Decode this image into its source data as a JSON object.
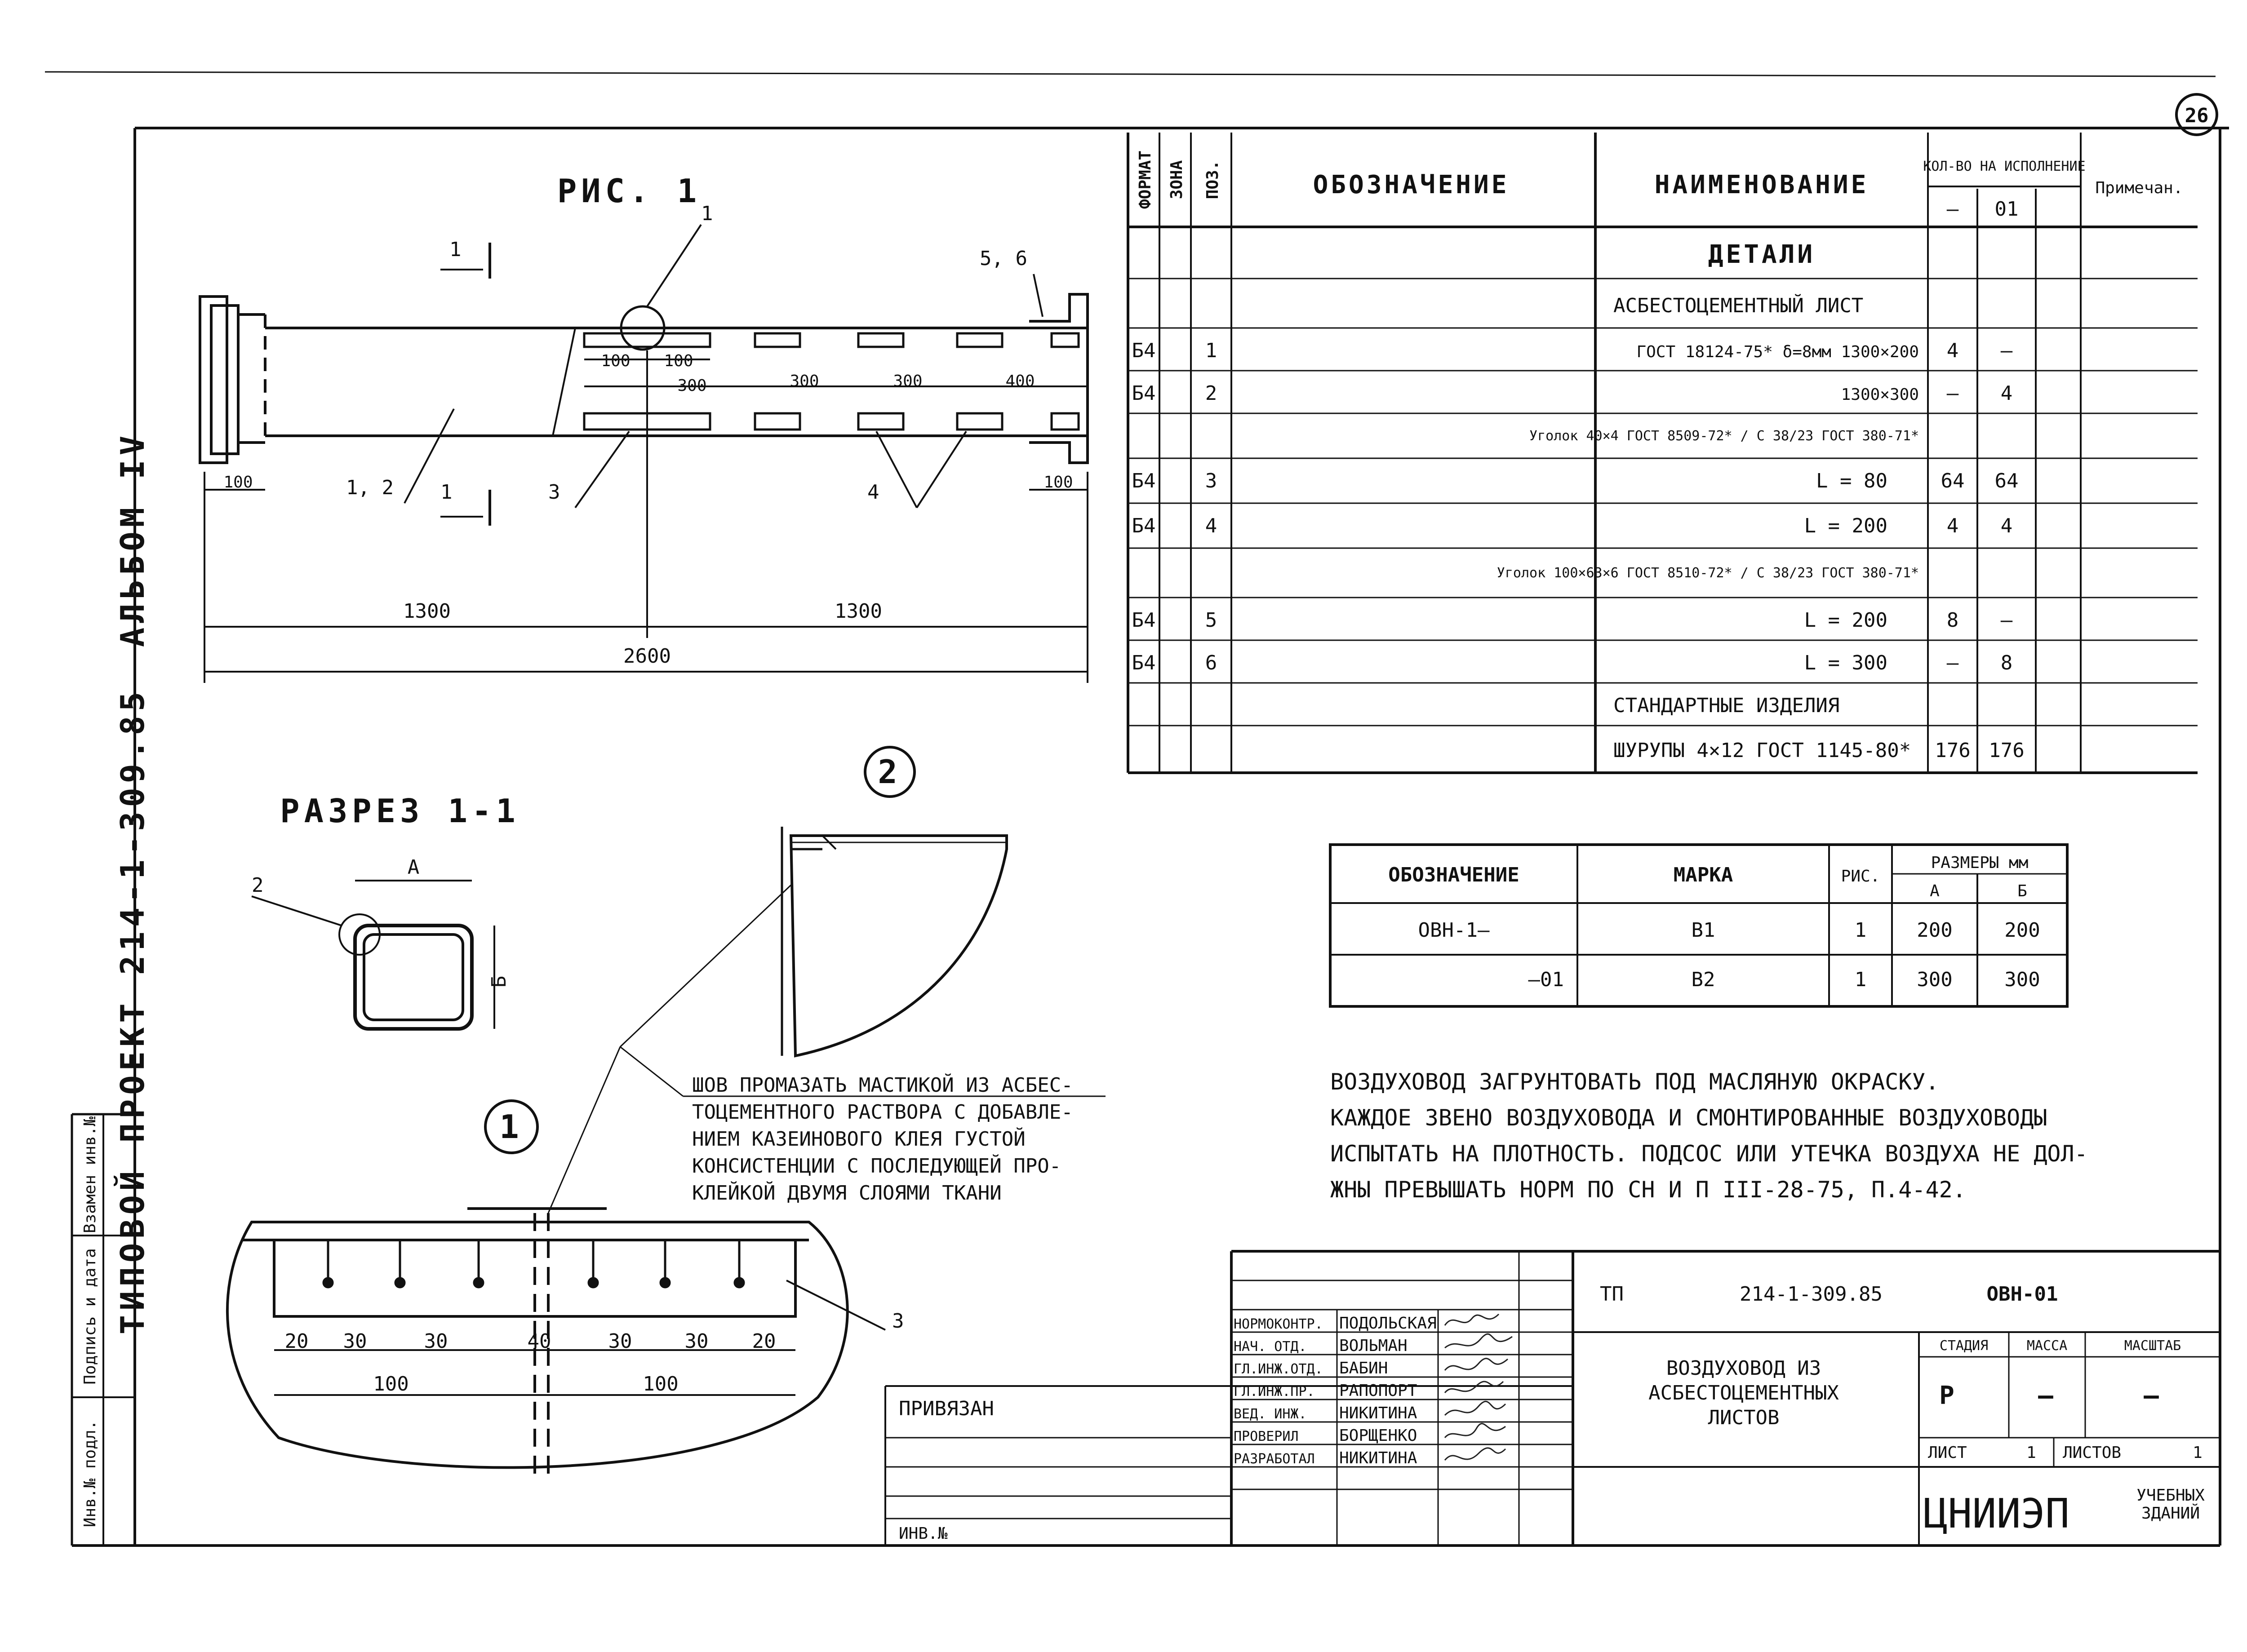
{
  "sheet": {
    "page_number": "26",
    "side_stamp": {
      "album": "АЛЬБОМ IV",
      "project": "ТИПОВОЙ ПРОЕКТ 214-1-309.85",
      "inv_podl": "Инв.№ подл.",
      "sign_date": "Подпись и дата",
      "vzamen": "Взамен инв.№"
    }
  },
  "fig1": {
    "title": "РИС. 1",
    "pos_1": "1",
    "pos_56": "5, 6",
    "pos_12": "1, 2",
    "pos_3": "3",
    "pos_4": "4",
    "section_mark": "1",
    "dims": {
      "d100_left": "100",
      "d100_right": "100",
      "d100_a": "100",
      "d100_b": "100",
      "d300_a": "300",
      "d300_b": "300",
      "d300_c": "300",
      "d400": "400",
      "d1300_a": "1300",
      "d1300_b": "1300",
      "d2600": "2600"
    }
  },
  "section": {
    "title": "РАЗРЕЗ 1-1",
    "label_a": "А",
    "label_b": "Б",
    "pos_2": "2"
  },
  "detail2": {
    "num": "2"
  },
  "detail1": {
    "num": "1",
    "pos_3": "3",
    "dims": [
      "20",
      "30",
      "30",
      "40",
      "30",
      "30",
      "20"
    ],
    "d100_a": "100",
    "d100_b": "100"
  },
  "seam_note": [
    "ШОВ ПРОМАЗАТЬ МАСТИКОЙ ИЗ АСБЕС-",
    "ТОЦЕМЕНТНОГО РАСТВОРА С ДОБАВЛЕ-",
    "НИЕМ КАЗЕИНОВОГО КЛЕЯ ГУСТОЙ",
    "КОНСИСТЕНЦИИ С ПОСЛЕДУЮЩЕЙ ПРО-",
    "КЛЕЙКОЙ ДВУМЯ СЛОЯМИ ТКАНИ"
  ],
  "spec": {
    "headers": {
      "format": "ФОРМАТ",
      "zone": "ЗОНА",
      "pos": "ПОЗ.",
      "designation": "ОБОЗНАЧЕНИЕ",
      "name": "НАИМЕНОВАНИЕ",
      "qty": "КОЛ-ВО НА ИСПОЛНЕНИЕ",
      "qty_a": "—",
      "qty_b": "01",
      "note": "Примечан."
    },
    "rows": [
      {
        "format": "",
        "pos": "",
        "name": "ДЕТАЛИ",
        "q1": "",
        "q2": ""
      },
      {
        "format": "",
        "pos": "",
        "name": "АСБЕСТОЦЕМЕНТНЫЙ ЛИСТ",
        "q1": "",
        "q2": ""
      },
      {
        "format": "Б4",
        "pos": "1",
        "name": "ГОСТ 18124-75* δ=8мм 1300×200",
        "q1": "4",
        "q2": "—"
      },
      {
        "format": "Б4",
        "pos": "2",
        "name": "1300×300",
        "q1": "—",
        "q2": "4"
      },
      {
        "format": "",
        "pos": "",
        "name": "Уголок 40×4 ГОСТ 8509-72* / С 38/23 ГОСТ 380-71*",
        "q1": "",
        "q2": ""
      },
      {
        "format": "Б4",
        "pos": "3",
        "name": "L = 80",
        "q1": "64",
        "q2": "64"
      },
      {
        "format": "Б4",
        "pos": "4",
        "name": "L = 200",
        "q1": "4",
        "q2": "4"
      },
      {
        "format": "",
        "pos": "",
        "name": "Уголок 100×63×6 ГОСТ 8510-72* / С 38/23 ГОСТ 380-71*",
        "q1": "",
        "q2": ""
      },
      {
        "format": "Б4",
        "pos": "5",
        "name": "L = 200",
        "q1": "8",
        "q2": "—"
      },
      {
        "format": "Б4",
        "pos": "6",
        "name": "L = 300",
        "q1": "—",
        "q2": "8"
      },
      {
        "format": "",
        "pos": "",
        "name": "СТАНДАРТНЫЕ ИЗДЕЛИЯ",
        "q1": "",
        "q2": ""
      },
      {
        "format": "",
        "pos": "",
        "name": "ШУРУПЫ 4×12 ГОСТ 1145-80*",
        "q1": "176",
        "q2": "176"
      }
    ]
  },
  "marks": {
    "headers": {
      "designation": "ОБОЗНАЧЕНИЕ",
      "mark": "МАРКА",
      "fig": "РИС.",
      "sizes": "РАЗМЕРЫ мм",
      "a": "А",
      "b": "Б"
    },
    "rows": [
      {
        "designation": "ОВН-1—",
        "mark": "В1",
        "fig": "1",
        "a": "200",
        "b": "200"
      },
      {
        "designation": "—01",
        "mark": "В2",
        "fig": "1",
        "a": "300",
        "b": "300"
      }
    ]
  },
  "notes": [
    "ВОЗДУХОВОД ЗАГРУНТОВАТЬ ПОД МАСЛЯНУЮ ОКРАСКУ.",
    "КАЖДОЕ ЗВЕНО ВОЗДУХОВОДА И СМОНТИРОВАННЫЕ ВОЗДУХОВОДЫ",
    "ИСПЫТАТЬ НА ПЛОТНОСТЬ. ПОДСОС ИЛИ УТЕЧКА ВОЗДУХА НЕ ДОЛ-",
    "ЖНЫ ПРЕВЫШАТЬ НОРМ ПО СН И П III-28-75, П.4-42."
  ],
  "title_block": {
    "tp": "ТП",
    "project_code": "214-1-309.85",
    "doc_code": "ОВН-01",
    "title": [
      "ВОЗДУХОВОД ИЗ",
      "АСБЕСТОЦЕМЕНТНЫХ",
      "ЛИСТОВ"
    ],
    "stage_h": "СТАДИЯ",
    "mass_h": "МАССА",
    "scale_h": "МАСШТАБ",
    "stage": "Р",
    "mass": "—",
    "scale": "—",
    "sheet_lbl": "ЛИСТ",
    "sheet": "1",
    "sheets_lbl": "ЛИСТОВ",
    "sheets": "1",
    "org": "ЦНИИЭП",
    "org_sub": [
      "УЧЕБНЫХ",
      "ЗДАНИЙ"
    ],
    "privyazan": "ПРИВЯЗАН",
    "inv": "ИНВ.№",
    "staff": [
      {
        "role": "НОРМОКОНТР.",
        "name": "ПОДОЛЬСКАЯ"
      },
      {
        "role": "НАЧ. ОТД.",
        "name": "ВОЛЬМАН"
      },
      {
        "role": "ГЛ.ИНЖ.ОТД.",
        "name": "БАБИН"
      },
      {
        "role": "ГЛ.ИНЖ.ПР.",
        "name": "РАПОПОРТ"
      },
      {
        "role": "ВЕД. ИНЖ.",
        "name": "НИКИТИНА"
      },
      {
        "role": "ПРОВЕРИЛ",
        "name": "БОРЩЕНКО"
      },
      {
        "role": "РАЗРАБОТАЛ",
        "name": "НИКИТИНА"
      }
    ]
  }
}
